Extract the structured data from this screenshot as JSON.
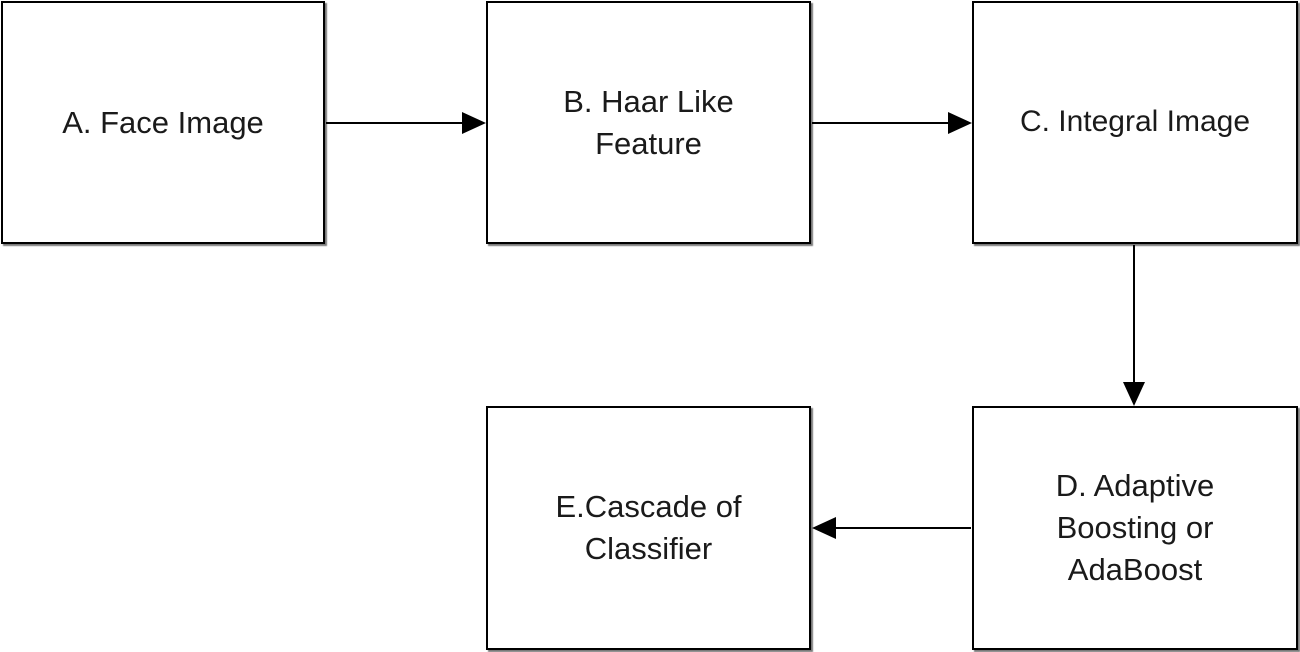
{
  "diagram": {
    "nodes": [
      {
        "id": "a",
        "label": "A. Face Image"
      },
      {
        "id": "b",
        "label": "B. Haar Like\nFeature"
      },
      {
        "id": "c",
        "label": "C. Integral Image"
      },
      {
        "id": "d",
        "label": "D. Adaptive\nBoosting or\nAdaBoost"
      },
      {
        "id": "e",
        "label": "E.Cascade of\nClassifier"
      }
    ],
    "edges": [
      {
        "from": "a",
        "to": "b"
      },
      {
        "from": "b",
        "to": "c"
      },
      {
        "from": "c",
        "to": "d"
      },
      {
        "from": "d",
        "to": "e"
      }
    ]
  }
}
